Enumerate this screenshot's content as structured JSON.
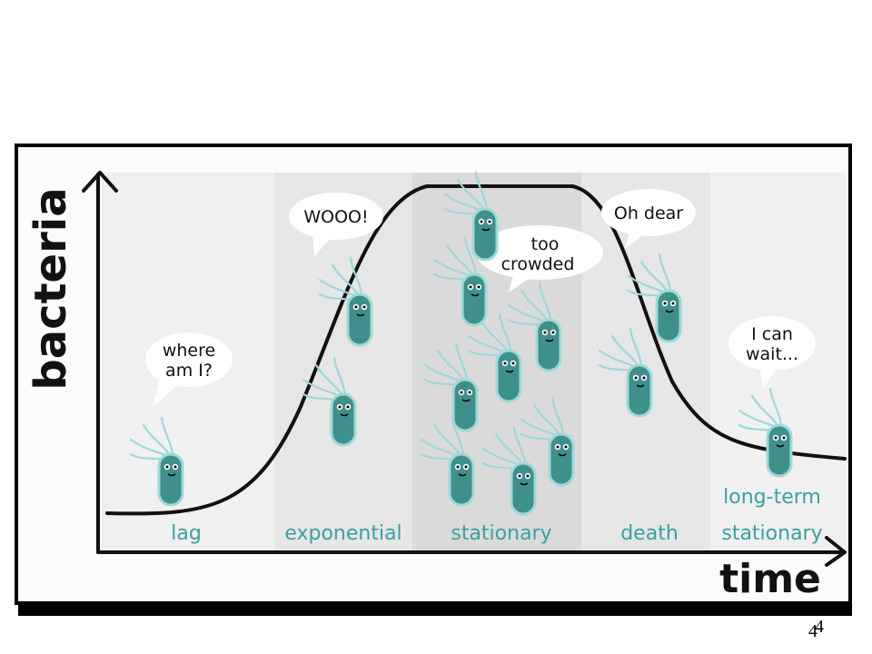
{
  "axes": {
    "y_label": "bacteria",
    "x_label": "time"
  },
  "phases": [
    "lag",
    "exponential",
    "stationary",
    "death",
    "long-term",
    "stationary"
  ],
  "bubbles": {
    "lag": [
      "where",
      "am I?"
    ],
    "exponential": [
      "WOOO!"
    ],
    "stationary": [
      "too",
      "crowded"
    ],
    "death": [
      "Oh dear"
    ],
    "long_term": [
      "I can",
      "wait..."
    ]
  },
  "page_number": "4",
  "colors": {
    "frame": "#000000",
    "band_light": "#f0f0f0",
    "band_mid": "#e6e6e6",
    "band_dark": "#dadada",
    "phase_label": "#3aa0a0",
    "bacterium_body": "#3f8f8c",
    "bacterium_rim": "#9fd8d8",
    "flagella": "#9ed6dc"
  }
}
